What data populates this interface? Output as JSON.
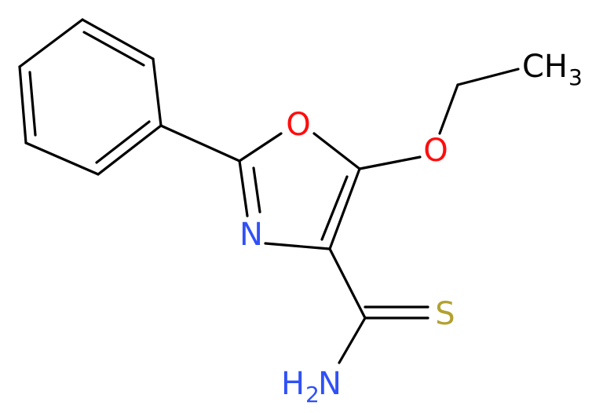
{
  "colors": {
    "bond": "#000000",
    "oxygen": "#ff0d0d",
    "nitrogen": "#3050f8",
    "sulfur": "#b2a130",
    "carbon_label": "#000000"
  },
  "atoms": {
    "ring_oxygen": "O",
    "ether_oxygen": "O",
    "ring_nitrogen": "N",
    "thio_sulfur": "S",
    "amine_main": "H",
    "amine_sub": "2",
    "amine_tail": "N",
    "methyl_main": "CH",
    "methyl_sub": "3"
  }
}
